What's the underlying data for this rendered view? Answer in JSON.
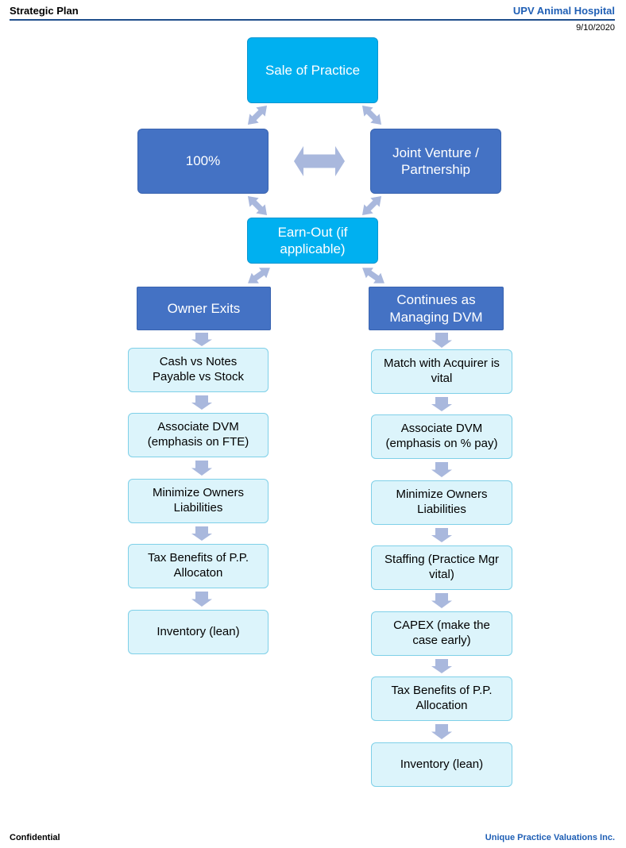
{
  "header": {
    "title": "Strategic Plan",
    "company": "UPV Animal Hospital",
    "date": "9/10/2020"
  },
  "footer": {
    "left": "Confidential",
    "right": "Unique Practice Valuations Inc."
  },
  "flow": {
    "sale_of_practice": "Sale of Practice",
    "one_hundred_percent": "100%",
    "joint_venture": "Joint Venture / Partnership",
    "earn_out": "Earn-Out (if applicable)",
    "owner_exits": "Owner Exits",
    "continues_managing": "Continues as Managing DVM",
    "left_steps": [
      "Cash vs Notes Payable vs Stock",
      "Associate DVM (emphasis on FTE)",
      "Minimize Owners Liabilities",
      "Tax Benefits of P.P. Allocaton",
      "Inventory (lean)"
    ],
    "right_steps": [
      "Match with Acquirer is vital",
      "Associate DVM (emphasis on % pay)",
      "Minimize Owners Liabilities",
      "Staffing (Practice Mgr vital)",
      "CAPEX (make the case early)",
      "Tax Benefits of P.P. Allocation",
      "Inventory (lean)"
    ]
  },
  "colors": {
    "cyan": "#00b0f0",
    "navy": "#4472c4",
    "step_fill": "#dcf4fb",
    "arrow": "#a9b8dd"
  }
}
